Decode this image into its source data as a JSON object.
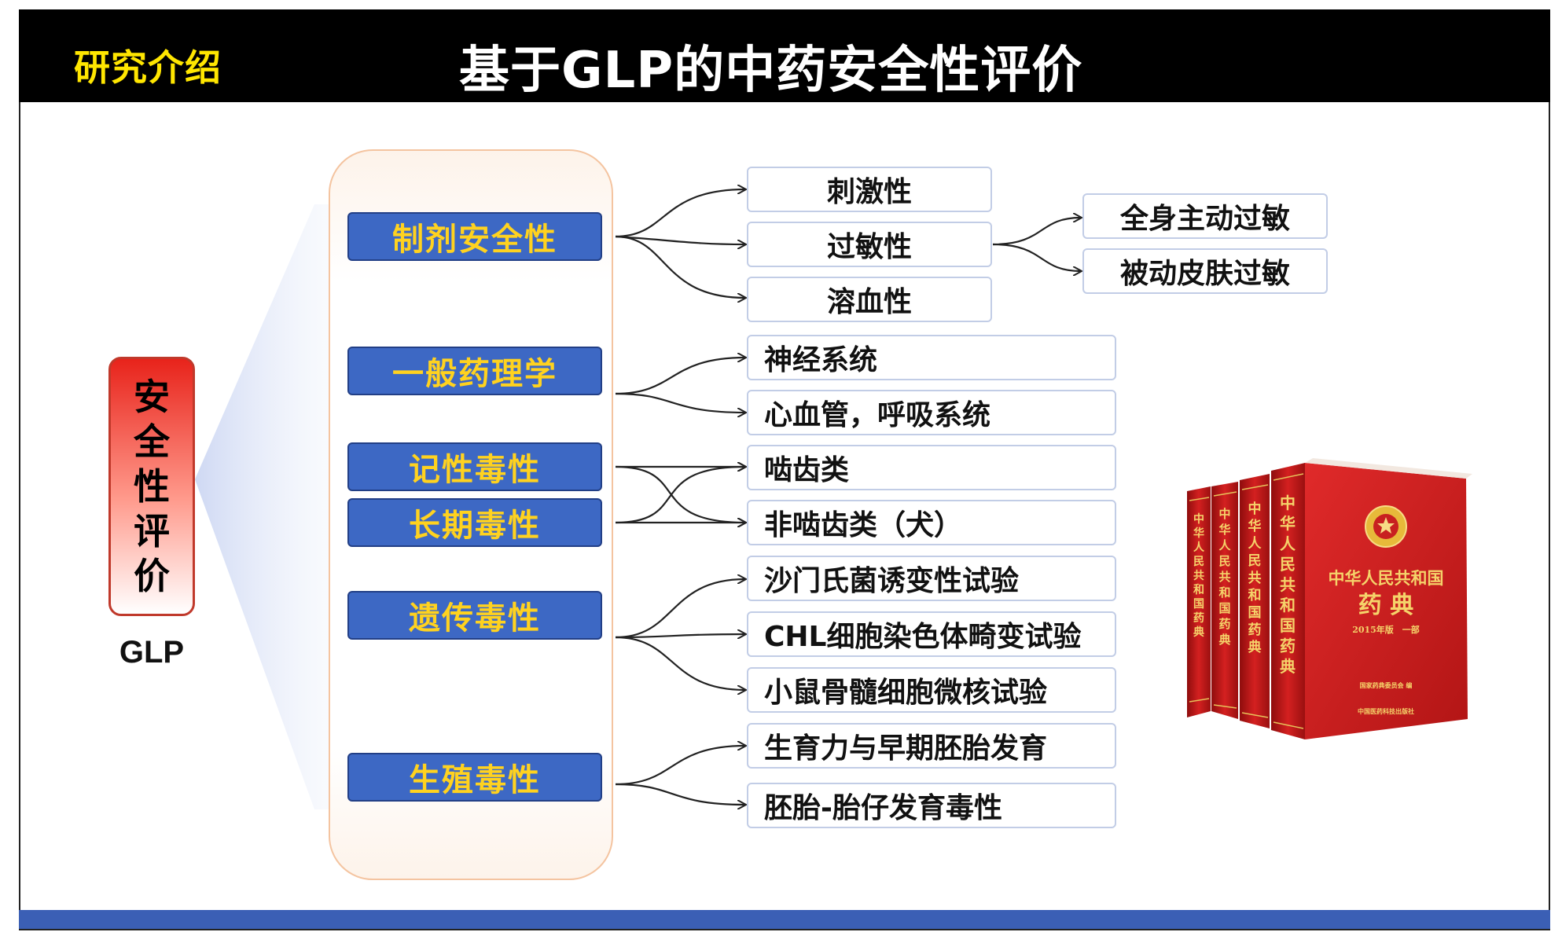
{
  "header": {
    "section_label": "研究介绍",
    "title": "基于GLP的中药安全性评价"
  },
  "root": {
    "label_chars": [
      "安",
      "全",
      "性",
      "评",
      "价"
    ],
    "caption": "GLP"
  },
  "categories": [
    "制剂安全性",
    "一般药理学",
    "记性毒性",
    "长期毒性",
    "遗传毒性",
    "生殖毒性"
  ],
  "items": [
    "刺激性",
    "过敏性",
    "溶血性",
    "神经系统",
    "心血管，呼吸系统",
    "啮齿类",
    "非啮齿类（犬）",
    "沙门氏菌诱变性试验",
    "CHL细胞染色体畸变试验",
    "小鼠骨髓细胞微核试验",
    "生育力与早期胚胎发育",
    "胚胎-胎仔发育毒性"
  ],
  "sub_items": [
    "全身主动过敏",
    "被动皮肤过敏"
  ],
  "book_image": {
    "spine_text": "中华人民共和国药典",
    "cover_title": "中华人民共和国",
    "cover_main": "药 典",
    "edition": "2015年版",
    "part": "一部",
    "colors": {
      "cover": "#d42020",
      "spine": "#b51616",
      "text": "#f5d36a"
    }
  },
  "colors": {
    "header_bg": "#000000",
    "section_label": "#ffe600",
    "category_fill": "#3d68c4",
    "category_text": "#ffd21f",
    "item_border": "#c2cde6",
    "bottom_bar": "#3b5fb5"
  }
}
